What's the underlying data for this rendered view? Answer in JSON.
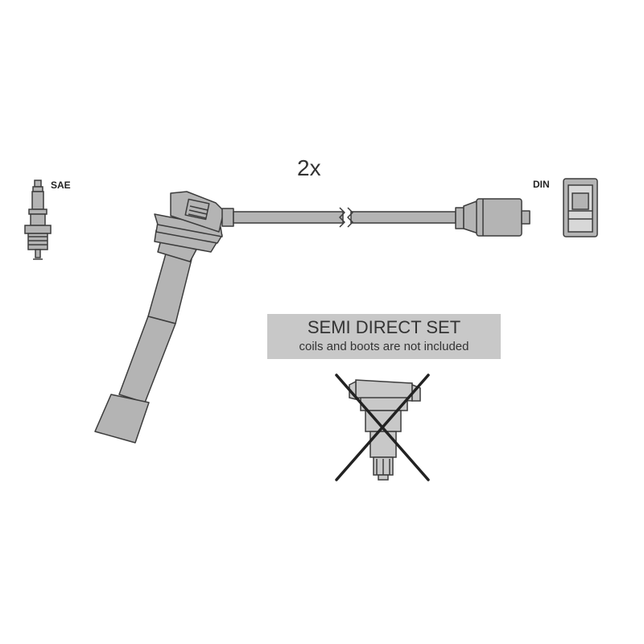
{
  "labels": {
    "sae": "SAE",
    "din": "DIN",
    "quantity": "2x"
  },
  "notice": {
    "title": "SEMI DIRECT SET",
    "subtitle": "coils and boots are not included"
  },
  "colors": {
    "part_fill": "#b4b4b4",
    "part_stroke": "#3c3c3c",
    "notice_bg": "#c8c8c8",
    "text": "#333333"
  }
}
